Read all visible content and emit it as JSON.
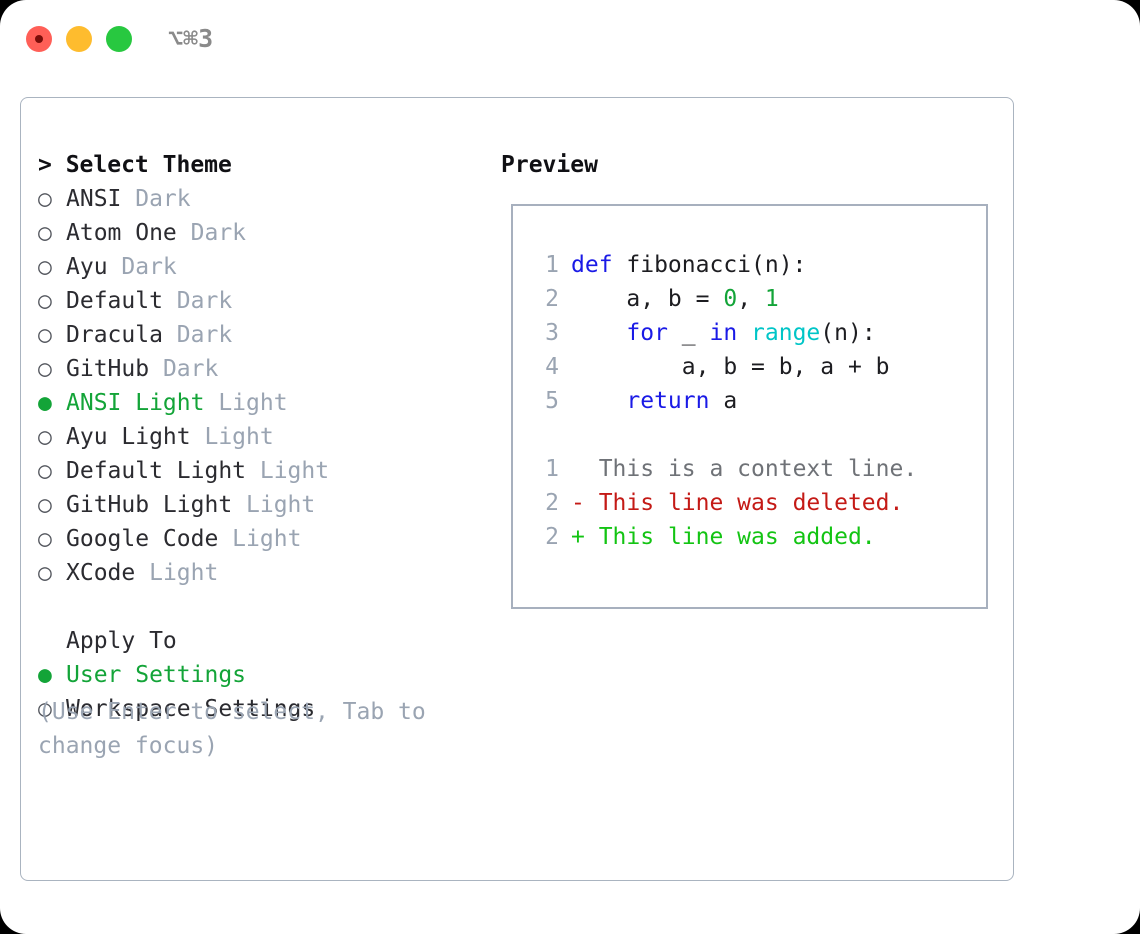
{
  "titlebar": {
    "shortcut": "⌥⌘3",
    "buttons": {
      "close": "close-window",
      "minimize": "minimize-window",
      "maximize": "maximize-window"
    }
  },
  "left": {
    "header": "> Select Theme",
    "themes": [
      {
        "marker": "○",
        "name": "ANSI",
        "suffix": "Dark",
        "selected": false
      },
      {
        "marker": "○",
        "name": "Atom One",
        "suffix": "Dark",
        "selected": false
      },
      {
        "marker": "○",
        "name": "Ayu",
        "suffix": "Dark",
        "selected": false
      },
      {
        "marker": "○",
        "name": "Default",
        "suffix": "Dark",
        "selected": false
      },
      {
        "marker": "○",
        "name": "Dracula",
        "suffix": "Dark",
        "selected": false
      },
      {
        "marker": "○",
        "name": "GitHub",
        "suffix": "Dark",
        "selected": false
      },
      {
        "marker": "●",
        "name": "ANSI Light",
        "suffix": "Light",
        "selected": true
      },
      {
        "marker": "○",
        "name": "Ayu Light",
        "suffix": "Light",
        "selected": false
      },
      {
        "marker": "○",
        "name": "Default Light",
        "suffix": "Light",
        "selected": false
      },
      {
        "marker": "○",
        "name": "GitHub Light",
        "suffix": "Light",
        "selected": false
      },
      {
        "marker": "○",
        "name": "Google Code",
        "suffix": "Light",
        "selected": false
      },
      {
        "marker": "○",
        "name": "XCode",
        "suffix": "Light",
        "selected": false
      }
    ],
    "apply_to": {
      "label": "Apply To",
      "options": [
        {
          "marker": "●",
          "name": "User Settings",
          "selected": true
        },
        {
          "marker": "○",
          "name": "Workspace Settings",
          "selected": false
        }
      ]
    },
    "hint": "(Use Enter to select, Tab to change focus)"
  },
  "right": {
    "preview_title": "Preview",
    "code_lines": [
      {
        "n": "1",
        "tokens": [
          {
            "t": "def",
            "c": "kw"
          },
          {
            "t": " fibonacci(n):",
            "c": "id"
          }
        ]
      },
      {
        "n": "2",
        "tokens": [
          {
            "t": "    a, b = ",
            "c": "id"
          },
          {
            "t": "0",
            "c": "num"
          },
          {
            "t": ", ",
            "c": "id"
          },
          {
            "t": "1",
            "c": "num"
          }
        ]
      },
      {
        "n": "3",
        "tokens": [
          {
            "t": "    ",
            "c": "id"
          },
          {
            "t": "for",
            "c": "kw"
          },
          {
            "t": " _ ",
            "c": "id"
          },
          {
            "t": "in",
            "c": "kw"
          },
          {
            "t": " ",
            "c": "id"
          },
          {
            "t": "range",
            "c": "fn"
          },
          {
            "t": "(n):",
            "c": "id"
          }
        ]
      },
      {
        "n": "4",
        "tokens": [
          {
            "t": "        a, b = b, a + b",
            "c": "id"
          }
        ]
      },
      {
        "n": "5",
        "tokens": [
          {
            "t": "    ",
            "c": "id"
          },
          {
            "t": "return",
            "c": "kw"
          },
          {
            "t": " a",
            "c": "id"
          }
        ]
      }
    ],
    "diff_lines": [
      {
        "n": "1",
        "sign": "  ",
        "text": "This is a context line.",
        "cls": "ctx"
      },
      {
        "n": "2",
        "sign": "- ",
        "text": "This line was deleted.",
        "cls": "del"
      },
      {
        "n": "2",
        "sign": "+ ",
        "text": "This line was added.",
        "cls": "add"
      }
    ]
  },
  "colors": {
    "accent_green": "#13a438",
    "keyword_blue": "#1a1ae6",
    "builtin_cyan": "#00c5c7",
    "number_green": "#13a438",
    "diff_add": "#13c413",
    "diff_del": "#c41a16",
    "muted": "#9aa4b2",
    "border": "#a7b0be",
    "traffic_red": "#ff5f57",
    "traffic_yellow": "#febc2e",
    "traffic_green": "#28c840"
  }
}
